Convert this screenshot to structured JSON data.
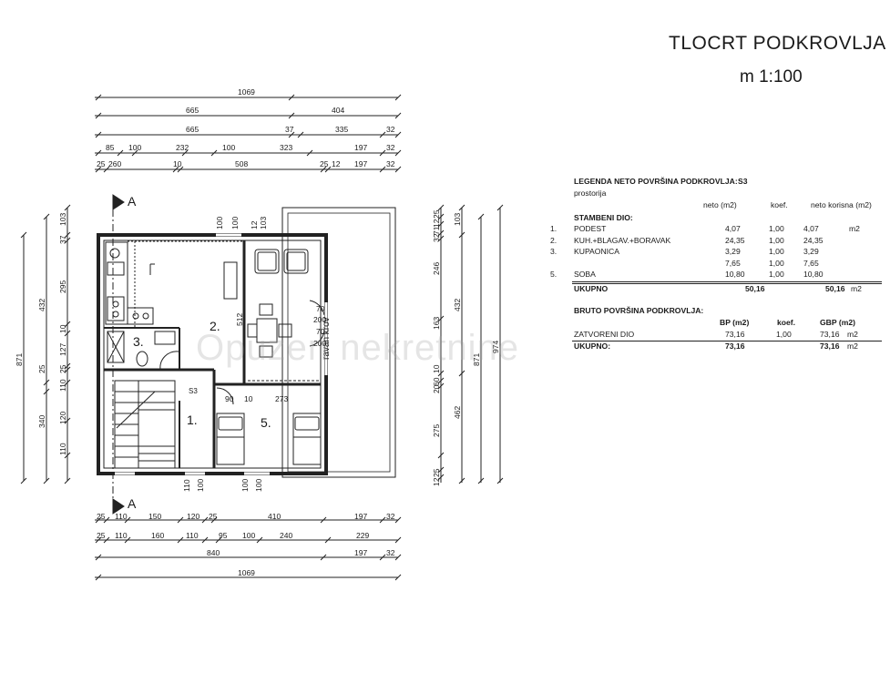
{
  "title": "TLOCRT PODKROVLJA",
  "scale": "m 1:100",
  "watermark": "Opuzen nekretnine",
  "dims": {
    "top": {
      "row1": [
        "1069"
      ],
      "row2": [
        "665",
        "404"
      ],
      "row3": [
        "665",
        "37",
        "335",
        "32"
      ],
      "row4": [
        "85",
        "100",
        "232",
        "100",
        "323",
        "197",
        "32"
      ],
      "row5": [
        "25",
        "260",
        "10",
        "508",
        "25",
        "12",
        "197",
        "32"
      ]
    },
    "bottom": {
      "row1": [
        "25",
        "110",
        "150",
        "120",
        "25",
        "410",
        "197",
        "32"
      ],
      "row2": [
        "25",
        "110",
        "160",
        "110",
        "95",
        "100",
        "240",
        "229"
      ],
      "row3": [
        "840",
        "197",
        "32"
      ],
      "row4": [
        "1069"
      ]
    },
    "left": {
      "outer": [
        "871"
      ],
      "mid": [
        "432",
        "25",
        "340"
      ],
      "inner": [
        "103",
        "37",
        "295",
        "10",
        "127",
        "25",
        "110",
        "120",
        "110"
      ]
    },
    "right": {
      "inner": [
        "25",
        "12",
        "71",
        "32",
        "246",
        "163",
        "10",
        "60",
        "20",
        "275",
        "25",
        "12"
      ],
      "mid": [
        "103",
        "432",
        "462"
      ],
      "outer1": [
        "871"
      ],
      "outer2": [
        "974"
      ]
    },
    "interior": {
      "top_openings": [
        "100",
        "100",
        "12",
        "103"
      ],
      "door": [
        "512"
      ],
      "right_window": [
        "70",
        "200",
        "70",
        "200"
      ],
      "under_room2": [
        "90",
        "10",
        "273"
      ],
      "bottom_openings": [
        "110",
        "100",
        "100",
        "100"
      ],
      "s3": "S3",
      "roof": "ravan krov",
      "section": "A"
    }
  },
  "rooms": [
    "1.",
    "2.",
    "3.",
    "5."
  ],
  "legend": {
    "heading": "LEGENDA NETO POVRŠINA PODKROVLJA:",
    "heading_code": "S3",
    "subheading": "prostorija",
    "col_neto": "neto (m2)",
    "col_koef": "koef.",
    "col_korisna": "neto korisna (m2)",
    "group": "STAMBENI DIO:",
    "rows": [
      {
        "num": "1.",
        "name": "PODEST",
        "neto": "4,07",
        "koef": "1,00",
        "kor": "4,07",
        "unit": "m2"
      },
      {
        "num": "2.",
        "name": "KUH.+BLAGAV.+BORAVAK",
        "neto": "24,35",
        "koef": "1,00",
        "kor": "24,35",
        "unit": ""
      },
      {
        "num": "3.",
        "name": "KUPAONICA",
        "neto": "3,29",
        "koef": "1,00",
        "kor": "3,29",
        "unit": ""
      },
      {
        "num": "",
        "name": "",
        "neto": "7,65",
        "koef": "1,00",
        "kor": "7,65",
        "unit": ""
      },
      {
        "num": "5.",
        "name": "SOBA",
        "neto": "10,80",
        "koef": "1,00",
        "kor": "10,80",
        "unit": ""
      }
    ],
    "total_label": "UKUPNO",
    "total_neto": "50,16",
    "total_kor": "50,16",
    "total_unit": "m2",
    "bruto_heading": "BRUTO POVRŠINA PODKROVLJA:",
    "col_bp": "BP (m2)",
    "col_bkoef": "koef.",
    "col_gbp": "GBP (m2)",
    "bruto_row": {
      "name": "ZATVORENI DIO",
      "bp": "73,16",
      "koef": "1,00",
      "gbp": "73,16",
      "unit": "m2"
    },
    "bruto_total": {
      "label": "UKUPNO:",
      "bp": "73,16",
      "gbp": "73,16",
      "unit": "m2"
    }
  }
}
